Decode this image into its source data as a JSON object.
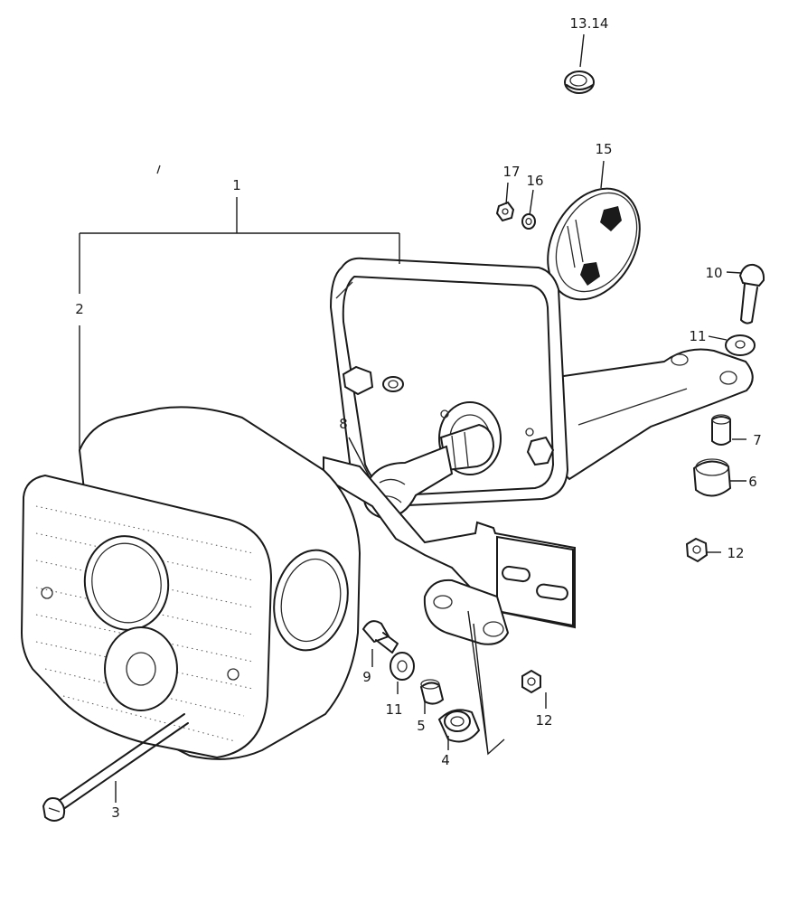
{
  "diagram": {
    "labels": {
      "l1": "1",
      "l2": "2",
      "l3": "3",
      "l4": "4",
      "l5": "5",
      "l6": "6",
      "l7": "7",
      "l8": "8",
      "l9": "9",
      "l10": "10",
      "l11a": "11",
      "l11b": "11",
      "l12a": "12",
      "l12b": "12",
      "l13_14": "13.14",
      "l15": "15",
      "l16": "16",
      "l17": "17"
    }
  }
}
